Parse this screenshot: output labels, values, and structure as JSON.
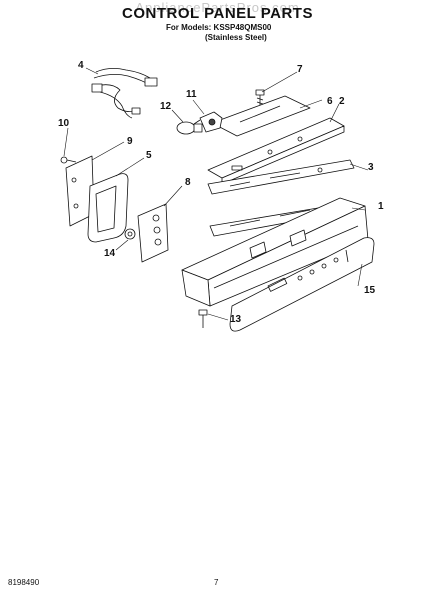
{
  "watermark": "AppliancePartsPros.com",
  "title": "CONTROL PANEL PARTS",
  "models_line": "For Models: KSSP48QMS00",
  "finish_line": "(Stainless Steel)",
  "callouts": [
    "1",
    "2",
    "3",
    "4",
    "5",
    "6",
    "7",
    "8",
    "9",
    "10",
    "11",
    "12",
    "13",
    "14",
    "15"
  ],
  "footer": {
    "doc_number": "8198490",
    "page_number": "7"
  }
}
